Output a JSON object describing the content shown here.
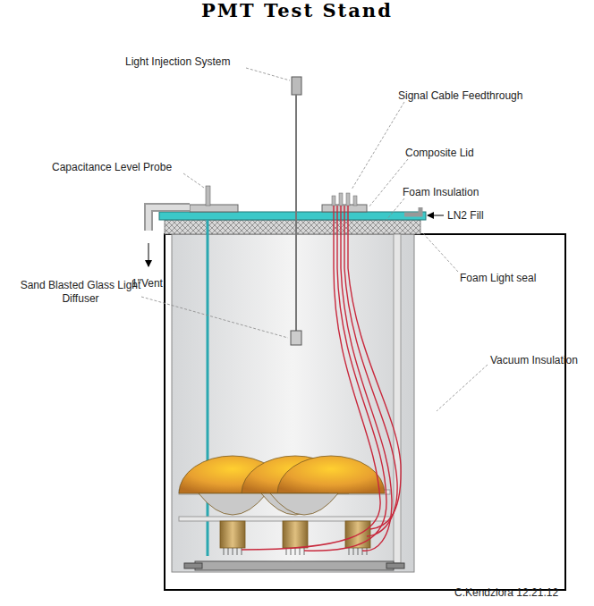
{
  "diagram": {
    "title": "PMT Test Stand",
    "labels": [
      "Light Injection System",
      "Signal Cable Feedthrough",
      "Composite Lid",
      "Capacitance Level Probe",
      "Foam Insulation",
      "LN2 Fill",
      "1\"Vent",
      "Foam Light seal",
      "Sand Blasted Glass Light Diffuser",
      "Vacuum Insulation",
      "C.Kendziora 12.21.12"
    ]
  }
}
